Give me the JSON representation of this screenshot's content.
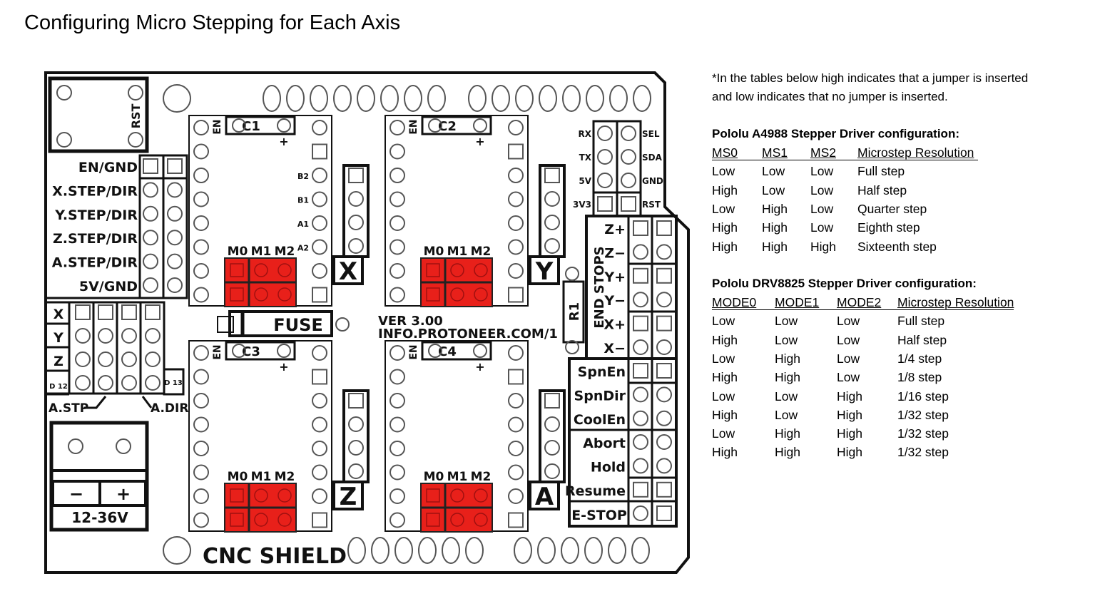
{
  "title": "Configuring Micro Stepping for Each Axis",
  "note": [
    "*In the tables below high indicates that a jumper is inserted",
    "and low indicates that no jumper is inserted."
  ],
  "a4988": {
    "heading": "Pololu A4988 Stepper Driver configuration:",
    "columns": [
      "MS0",
      "MS1",
      "MS2",
      "Microstep Resolution"
    ],
    "rows": [
      [
        "Low",
        "Low",
        "Low",
        "Full step"
      ],
      [
        "High",
        "Low",
        "Low",
        "Half step"
      ],
      [
        "Low",
        "High",
        "Low",
        "Quarter step"
      ],
      [
        "High",
        "High",
        "Low",
        "Eighth step"
      ],
      [
        "High",
        "High",
        "High",
        "Sixteenth step"
      ]
    ]
  },
  "drv8825": {
    "heading": "Pololu DRV8825 Stepper Driver configuration:",
    "columns": [
      "MODE0",
      "MODE1",
      "MODE2",
      "Microstep Resolution"
    ],
    "rows": [
      [
        "Low",
        "Low",
        "Low",
        "Full step"
      ],
      [
        "High",
        "Low",
        "Low",
        "Half step"
      ],
      [
        "Low",
        "High",
        "Low",
        "1/4 step"
      ],
      [
        "High",
        "High",
        "Low",
        "1/8 step"
      ],
      [
        "Low",
        "Low",
        "High",
        "1/16 step"
      ],
      [
        "High",
        "Low",
        "High",
        "1/32 step"
      ],
      [
        "Low",
        "High",
        "High",
        "1/32 step"
      ],
      [
        "High",
        "High",
        "High",
        "1/32 step"
      ]
    ]
  },
  "board": {
    "colors": {
      "jumper": "#e8201a",
      "line": "#111111"
    },
    "rst_label": "RST",
    "pin_header_labels": [
      "EN/GND",
      "X.STEP/DIR",
      "Y.STEP/DIR",
      "Z.STEP/DIR",
      "A.STEP/DIR",
      "5V/GND"
    ],
    "clone_rows": [
      "X",
      "Y",
      "Z",
      "D 12"
    ],
    "d13_label": "D 13",
    "a_stp": "A.STP",
    "a_dir": "A.DIR",
    "power": {
      "minus": "−",
      "plus": "+",
      "voltage": "12-36V"
    },
    "fuse": "FUSE",
    "version": "VER 3.00",
    "url": "INFO.PROTONEER.COM/1",
    "r1": "R1",
    "shield_name": "CNC SHIELD",
    "drivers": [
      {
        "axis": "X",
        "cap": "C1"
      },
      {
        "axis": "Y",
        "cap": "C2"
      },
      {
        "axis": "Z",
        "cap": "C3"
      },
      {
        "axis": "A",
        "cap": "C4"
      }
    ],
    "driver_labels": {
      "en": "EN",
      "plus": "+",
      "m0": "M0",
      "m1": "M1",
      "m2": "M2",
      "b2": "B2",
      "b1": "B1",
      "a1": "A1",
      "a2": "A2"
    },
    "i2c_left": [
      "RX",
      "TX",
      "5V",
      "3V3"
    ],
    "i2c_right": [
      "SEL",
      "SDA",
      "GND",
      "RST"
    ],
    "end_stops_title": "END STOPS",
    "end_stops": [
      "Z+",
      "Z−",
      "Y+",
      "Y−",
      "X+",
      "X−"
    ],
    "spindle": [
      "SpnEn",
      "SpnDir",
      "CoolEn"
    ],
    "control": [
      "Abort",
      "Hold",
      "Resume"
    ],
    "estop": "E-STOP"
  }
}
